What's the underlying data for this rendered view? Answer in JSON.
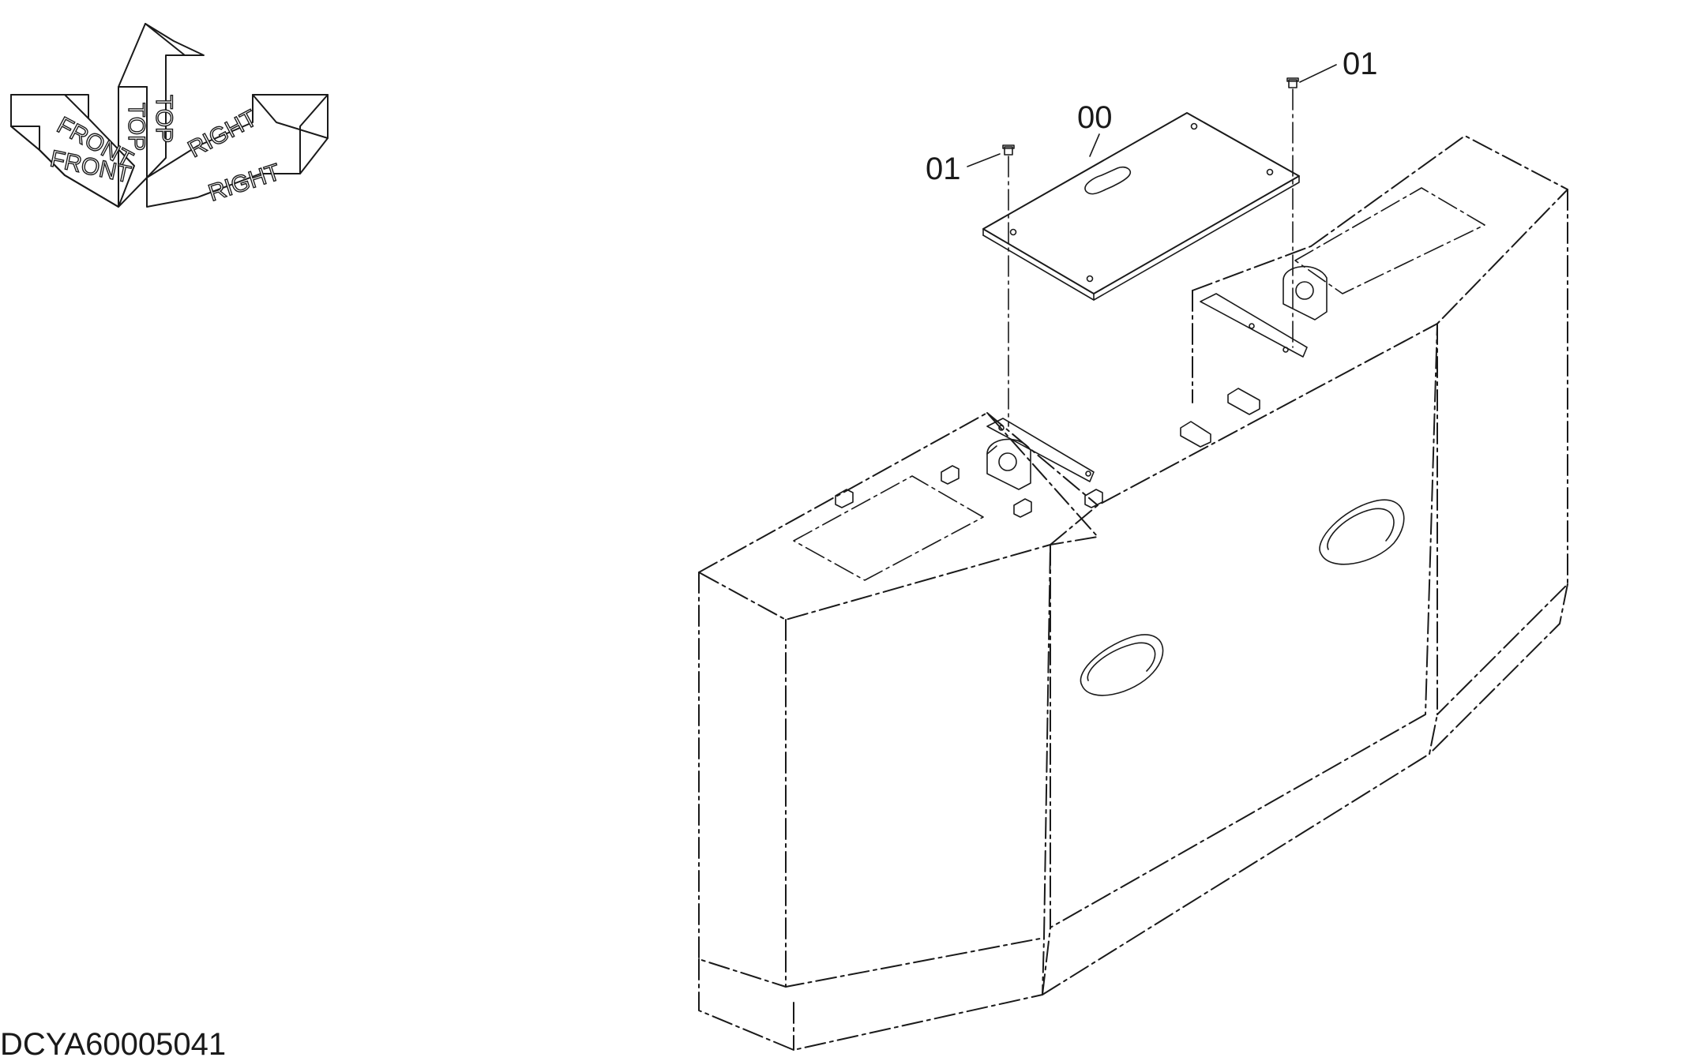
{
  "orientation_labels": {
    "front": "FRONT",
    "top": "TOP",
    "right": "RIGHT"
  },
  "callouts": [
    {
      "id": "cover",
      "text": "00"
    },
    {
      "id": "bolt-left",
      "text": "01"
    },
    {
      "id": "bolt-right",
      "text": "01"
    }
  ],
  "document_id": "DCYA60005041"
}
